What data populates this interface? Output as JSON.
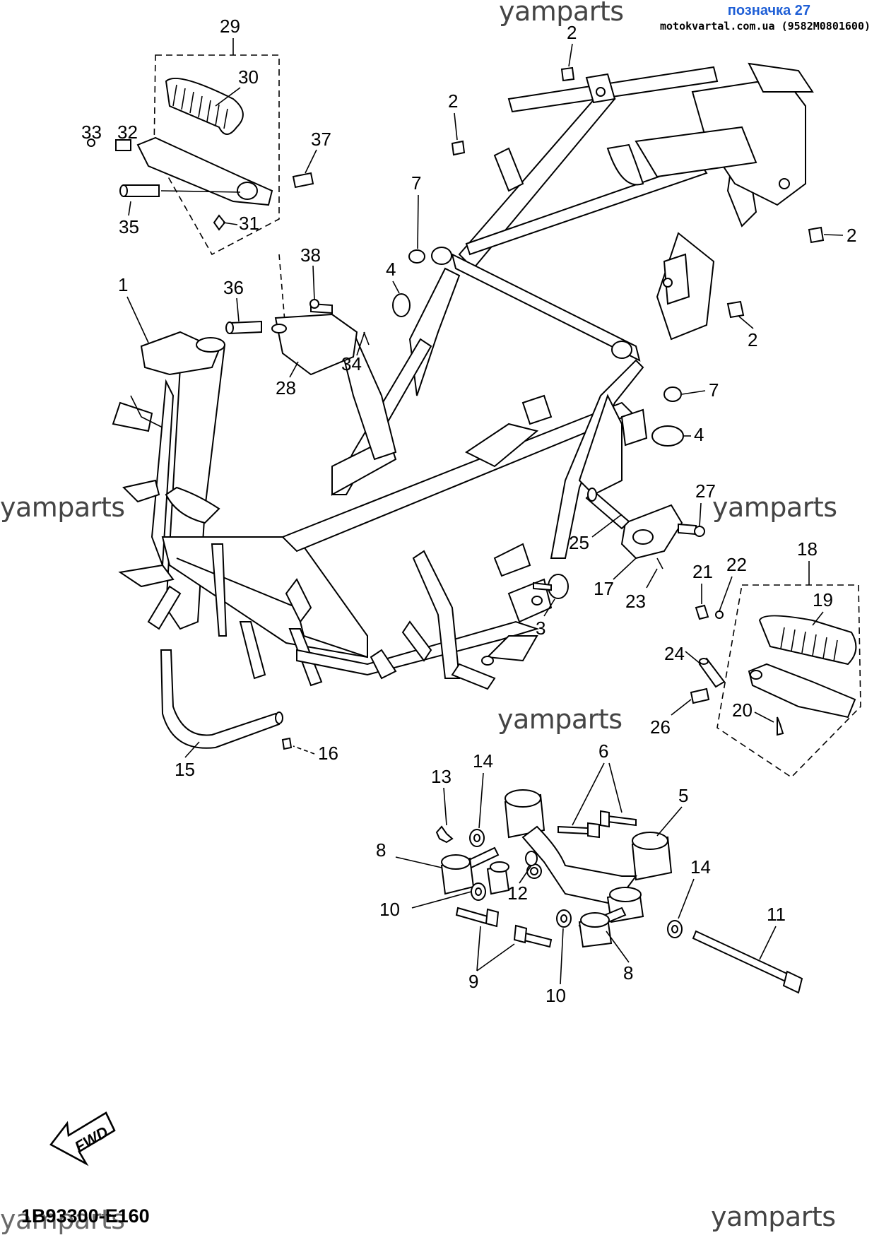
{
  "header": {
    "title": "позначка 27",
    "source": "motokvartal.com.ua (9582M0801600)"
  },
  "watermark": "yamparts",
  "footer": {
    "code": "1B93300-E160"
  },
  "fwd_label": "FWD",
  "callouts": [
    "1",
    "2",
    "3",
    "4",
    "5",
    "6",
    "7",
    "8",
    "9",
    "10",
    "11",
    "12",
    "13",
    "14",
    "15",
    "16",
    "17",
    "18",
    "19",
    "20",
    "21",
    "22",
    "23",
    "24",
    "25",
    "26",
    "27",
    "28",
    "29",
    "30",
    "31",
    "32",
    "33",
    "34",
    "35",
    "36",
    "37",
    "38"
  ]
}
